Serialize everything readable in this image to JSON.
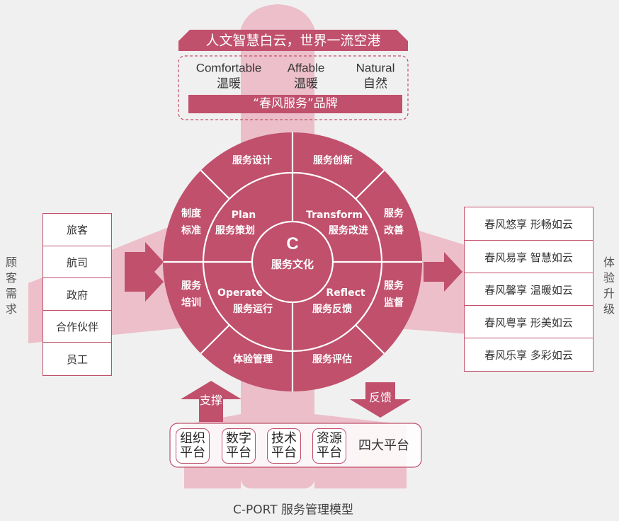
{
  "header": {
    "slogan": "人文智慧白云，世界一流空港",
    "values": [
      {
        "en": "Comfortable",
        "zh": "温暖"
      },
      {
        "en": "Affable",
        "zh": "温暖"
      },
      {
        "en": "Natural",
        "zh": "自然"
      }
    ],
    "brand": "“春风服务”品牌"
  },
  "wheel": {
    "center_letter": "C",
    "center_label": "服务文化",
    "inner": {
      "plan": {
        "en": "Plan",
        "zh": "服务策划"
      },
      "transform": {
        "en": "Transform",
        "zh": "服务改进"
      },
      "operate": {
        "en": "Operate",
        "zh": "服务运行"
      },
      "reflect": {
        "en": "Reflect",
        "zh": "服务反馈"
      }
    },
    "outer": {
      "top_left": "服务设计",
      "top_right": "服务创新",
      "upper_left_1": "制度",
      "upper_left_2": "标准",
      "upper_right_1": "服务",
      "upper_right_2": "改善",
      "lower_left_1": "服务",
      "lower_left_2": "培训",
      "lower_right_1": "服务",
      "lower_right_2": "监督",
      "bottom_left": "体验管理",
      "bottom_right": "服务评估"
    }
  },
  "left": {
    "side_label": [
      "顾",
      "客",
      "需",
      "求"
    ],
    "items": [
      "旅客",
      "航司",
      "政府",
      "合作伙伴",
      "员工"
    ]
  },
  "right": {
    "side_label": [
      "体",
      "验",
      "升",
      "级"
    ],
    "items": [
      "春风悠享 形畅如云",
      "春风易享 智慧如云",
      "春风馨享 温暖如云",
      "春风粤享 形美如云",
      "春风乐享 多彩如云"
    ]
  },
  "bottom": {
    "support": "支撑",
    "feedback": "反馈",
    "platforms": [
      {
        "l1": "组织",
        "l2": "平台"
      },
      {
        "l1": "数字",
        "l2": "平台"
      },
      {
        "l1": "技术",
        "l2": "平台"
      },
      {
        "l1": "资源",
        "l2": "平台"
      }
    ],
    "platforms_label": "四大平台"
  },
  "caption": "C-PORT 服务管理模型",
  "colors": {
    "primary": "#c0506c",
    "light": "#ebb9c5",
    "background": "#f0f0f0"
  }
}
